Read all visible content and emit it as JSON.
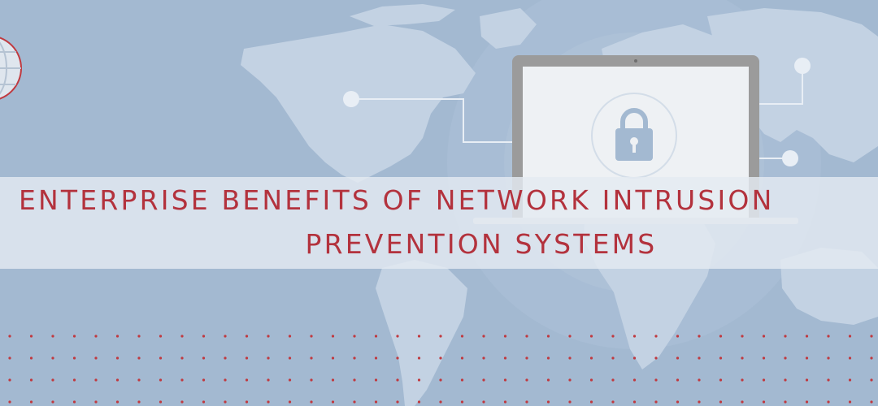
{
  "banner": {
    "title_line_1": "ENTERPRISE BENEFITS OF NETWORK INTRUSION",
    "title_line_2": "PREVENTION SYSTEMS",
    "colors": {
      "background": "#a3b9d1",
      "map": "#c3d2e3",
      "title": "#b3323d",
      "dots": "#c0393f",
      "laptop_frame": "#9b9b9b",
      "lock": "#a3b9d1"
    },
    "icons": [
      "world-map-graphic",
      "globe-icon",
      "laptop-icon",
      "padlock-icon",
      "network-node-icon"
    ]
  }
}
